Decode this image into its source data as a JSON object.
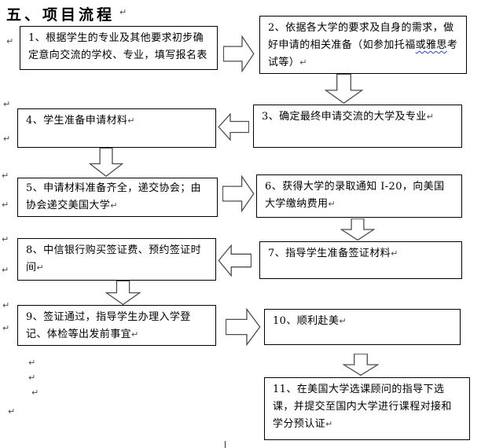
{
  "document": {
    "section_title": "五、项目流程"
  },
  "marks": {
    "pilcrow": "↵"
  },
  "colors": {
    "text": "#000000",
    "box_border": "#000000",
    "box_fill": "#ffffff",
    "arrow_outline": "#4d4d4d",
    "arrow_fill": "#ffffff",
    "spellcheck_wavy_underline": "#2b3fd0",
    "background": "#ffffff"
  },
  "flowchart": {
    "boxes": [
      {
        "num": "1",
        "text": "1、根据学生的专业及其他要求初步确定意向交流的学校、专业，填写报名表"
      },
      {
        "num": "2",
        "segments": {
          "before": "2、依据各大学的要求及自身的需求，做好申请的相关准备（如参加托福",
          "wavy": "或雅思",
          "after": "考试等）"
        }
      },
      {
        "num": "3",
        "text": "3、确定最终申请交流的大学及专业"
      },
      {
        "num": "4",
        "text": "4、学生准备申请材料"
      },
      {
        "num": "5",
        "text": "5、申请材料准备齐全，递交协会；由协会递交美国大学"
      },
      {
        "num": "6",
        "text": "6、获得大学的录取通知 I-20，向美国大学缴纳费用"
      },
      {
        "num": "7",
        "text": "7、指导学生准备签证材料"
      },
      {
        "num": "8",
        "text": "8、中信银行购买签证费、预约签证时间"
      },
      {
        "num": "9",
        "text": "9、签证通过，指导学生办理入学登记、体检等出发前事宜"
      },
      {
        "num": "10",
        "text": "10、顺利赴美"
      },
      {
        "num": "11",
        "text": "11、在美国大学选课顾问的指导下选课，并提交至国内大学进行课程对接和学分预认证"
      }
    ],
    "arrows": [
      {
        "from": "1",
        "to": "2",
        "direction": "right"
      },
      {
        "from": "2",
        "to": "3",
        "direction": "down"
      },
      {
        "from": "3",
        "to": "4",
        "direction": "left"
      },
      {
        "from": "4",
        "to": "5",
        "direction": "down"
      },
      {
        "from": "5",
        "to": "6",
        "direction": "right"
      },
      {
        "from": "6",
        "to": "7",
        "direction": "down"
      },
      {
        "from": "7",
        "to": "8",
        "direction": "left"
      },
      {
        "from": "8",
        "to": "9",
        "direction": "down"
      },
      {
        "from": "9",
        "to": "10",
        "direction": "right"
      },
      {
        "from": "10",
        "to": "11",
        "direction": "down"
      }
    ]
  }
}
